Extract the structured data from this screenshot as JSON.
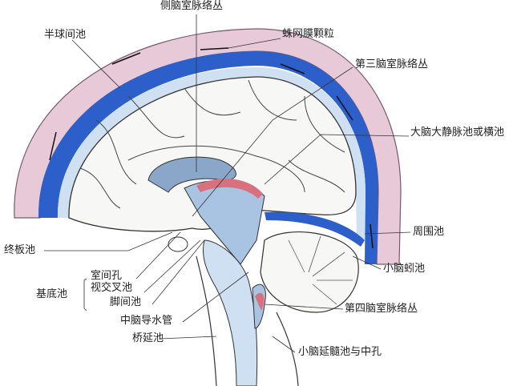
{
  "colors": {
    "csf_blue": "#2c5fc9",
    "light_blue": "#cfe0f2",
    "bone_pink": "#e7c9d8",
    "plexus_red": "#d9707d",
    "brain": "#f7f7f5",
    "line": "#333333"
  },
  "labels": {
    "lateral_plexus": "侧脑室脉络丛",
    "interhemispheric": "半球间池",
    "arachnoid_granulation": "蛛网膜颗粒",
    "third_plexus": "第三脑室脉络丛",
    "great_vein_cistern": "大脑大静脉池或横池",
    "ambient_cistern": "周围池",
    "lamina_terminalis": "终板池",
    "vermian_cistern": "小脑蚓池",
    "interventricular_foramen": "室间孔",
    "chiasmatic_cistern": "视交叉池",
    "basal_cistern": "基底池",
    "interpeduncular_cistern": "脚间池",
    "aqueduct": "中脑导水管",
    "fourth_plexus": "第四脑室脉络丛",
    "pontomedullary_cistern": "桥延池",
    "cerebellomedullary": "小脑延髓池与中孔"
  }
}
